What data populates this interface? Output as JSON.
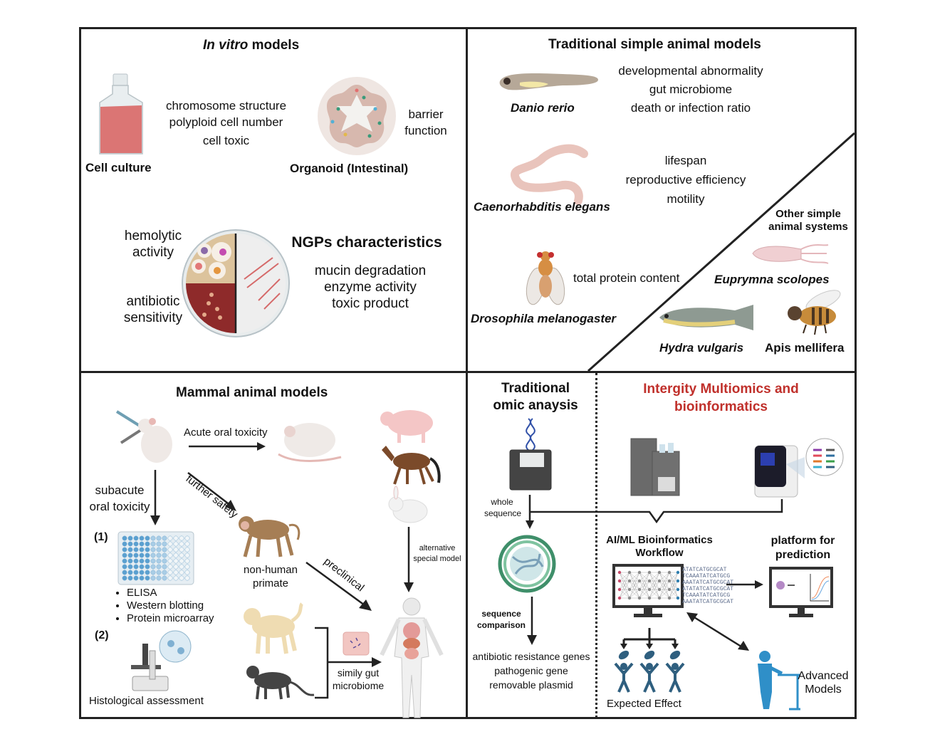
{
  "panels": {
    "in_vitro": {
      "title_italic": "In vitro",
      "title_rest": " models",
      "cell_culture": {
        "label": "Cell culture",
        "metrics": [
          "chromosome structure",
          "polyploid cell number",
          "cell toxic"
        ]
      },
      "organoid": {
        "label": "Organoid (Intestinal)",
        "metrics": [
          "barrier",
          "function"
        ]
      },
      "ngps": {
        "title": "NGPs characteristics",
        "left_labels": [
          "hemolytic",
          "activity",
          "antibiotic",
          "sensitivity"
        ],
        "metrics": [
          "mucin degradation",
          "enzyme activity",
          "toxic product"
        ]
      }
    },
    "simple_animals": {
      "title": "Traditional simple animal models",
      "danio": {
        "label": "Danio rerio",
        "metrics": [
          "developmental abnormality",
          "gut microbiome",
          "death or infection ratio"
        ]
      },
      "celegans": {
        "label": "Caenorhabditis elegans",
        "metrics": [
          "lifespan",
          "reproductive efficiency",
          "motility"
        ]
      },
      "drosophila": {
        "label": "Drosophila melanogaster",
        "metric": "total protein content"
      },
      "other": {
        "title": [
          "Other simple",
          "animal systems"
        ],
        "euprymna": "Euprymna scolopes",
        "hydra": "Hydra vulgaris",
        "apis": "Apis mellifera"
      }
    },
    "mammal": {
      "title": "Mammal animal models",
      "acute": "Acute oral toxicity",
      "further": "further safety",
      "subacute": [
        "subacute",
        "oral toxicity"
      ],
      "step1": "(1)",
      "step2": "(2)",
      "assays": [
        "ELISA",
        "Western blotting",
        "Protein microarray"
      ],
      "histology": "Histological assessment",
      "primate": [
        "non-human",
        "primate"
      ],
      "preclinical": "preclinical",
      "alternative": [
        "alternative",
        "special model"
      ],
      "gut": [
        "simily gut",
        "microbiome"
      ]
    },
    "omics": {
      "traditional_title": [
        "Traditional",
        "omic anaysis"
      ],
      "whole_sequence": [
        "whole",
        "sequence"
      ],
      "sequence_comparison": [
        "sequence",
        "comparison"
      ],
      "results": [
        "antibiotic resistance genes",
        "pathogenic gene",
        "removable plasmid"
      ],
      "multi_title": [
        "Intergity Multiomics and",
        "bioinformatics"
      ],
      "aiml": [
        "AI/ML Bioinformatics",
        "Workflow"
      ],
      "platform": [
        "platform for",
        "prediction"
      ],
      "expected": "Expected Effect",
      "advanced": [
        "Advanced",
        "Models"
      ],
      "dna_text": [
        "ATATCATGCGCAT",
        "TCAAATATCATGCG",
        "AAATATCATGCGCAT",
        "ATATATCATGCGCAT",
        "TCAAATATCATGCG",
        "AAATATCATGCGCAT"
      ]
    }
  },
  "colors": {
    "accent_red": "#c0302b",
    "person_blue": "#2f5f7f",
    "scientist_blue": "#2f8fc8"
  }
}
